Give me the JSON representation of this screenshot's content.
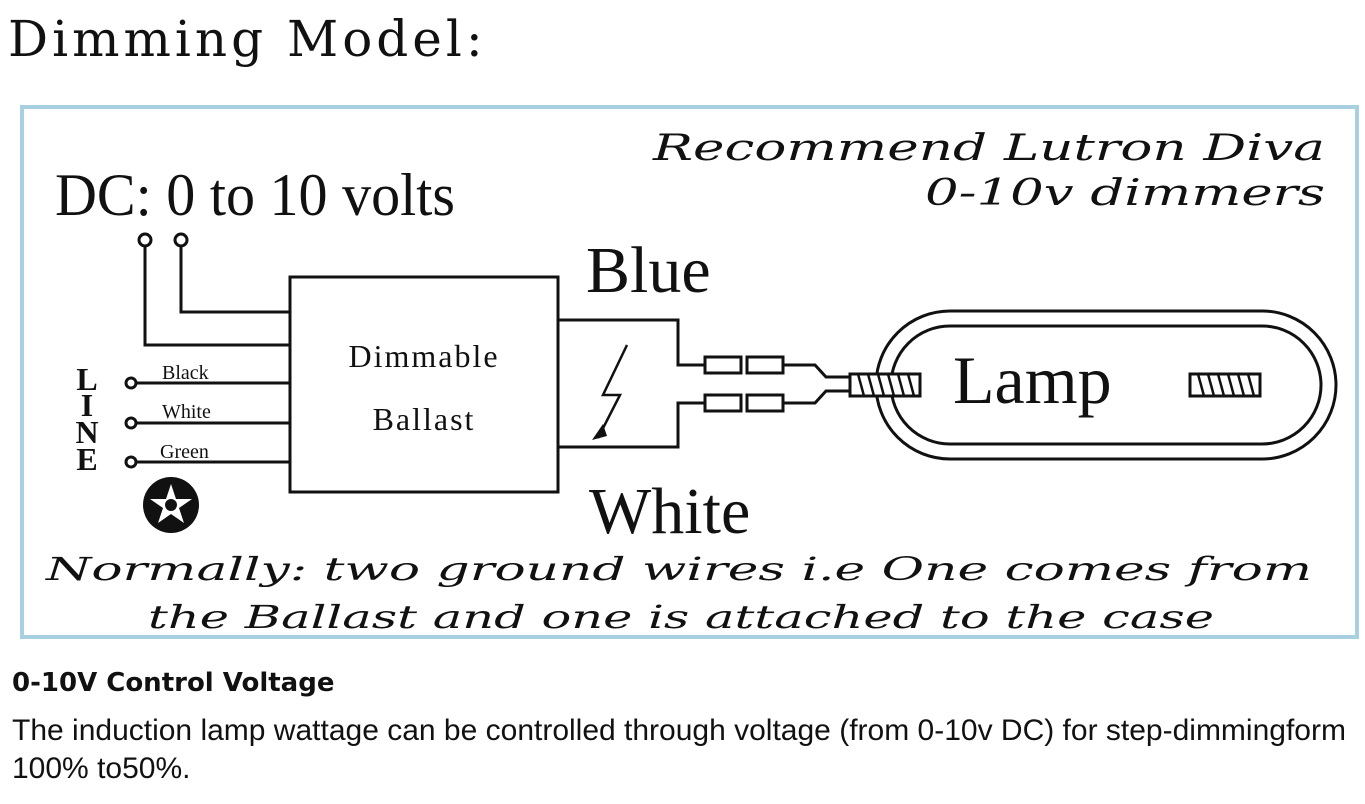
{
  "title": "Dimming Model:",
  "diagram": {
    "dc_label": "DC: 0 to 10 volts",
    "recommend_line1": "Recommend Lutron Diva",
    "recommend_line2": "0-10v dimmers",
    "ballast_line1": "Dimmable",
    "ballast_line2": "Ballast",
    "blue_label": "Blue",
    "white_label": "White",
    "lamp_label": "Lamp",
    "line_letters": [
      "L",
      "I",
      "N",
      "E"
    ],
    "wires": [
      "Black",
      "White",
      "Green"
    ],
    "note_line1": "Normally: two ground wires i.e  One comes from",
    "note_line2": "the Ballast and one is attached to the case",
    "frame_color": "#a9cfe3"
  },
  "section": {
    "heading": "0-10V Control Voltage",
    "description": "The induction lamp wattage can be controlled through voltage (from 0-10v DC) for step-dimmingform 100% to50%."
  }
}
